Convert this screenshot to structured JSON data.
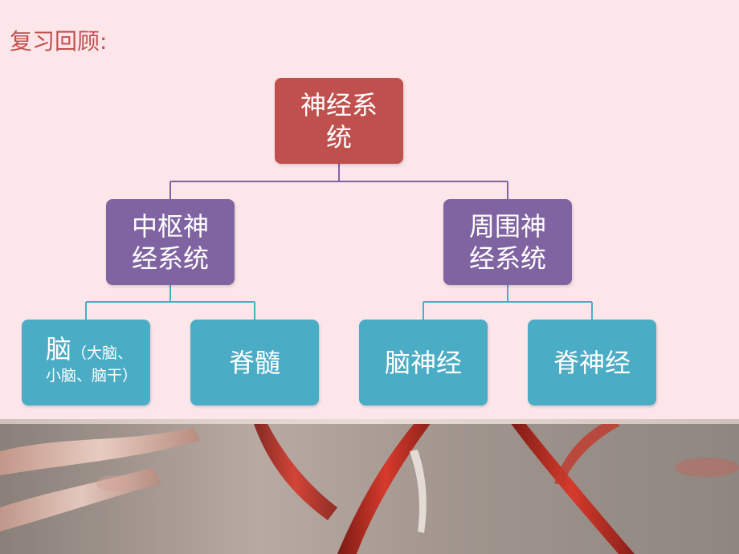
{
  "title": "复习回顾:",
  "nodes": {
    "root": [
      "神经系",
      "统"
    ],
    "cns": [
      "中枢神",
      "经系统"
    ],
    "pns": [
      "周围神",
      "经系统"
    ],
    "brain": {
      "main": "脑",
      "detail_1": "（大脑、",
      "detail_2": "小脑、脑干）"
    },
    "spinal_cord": "脊髓",
    "cranial_nerves": "脑神经",
    "spinal_nerves": "脊神经"
  },
  "colors": {
    "root": "#c0504d",
    "mid": "#8064a2",
    "leaf": "#4bacc6",
    "connector": "#8064a2",
    "connector_leaf": "#4bacc6"
  },
  "image": {
    "subject": "neuron-illustration"
  }
}
